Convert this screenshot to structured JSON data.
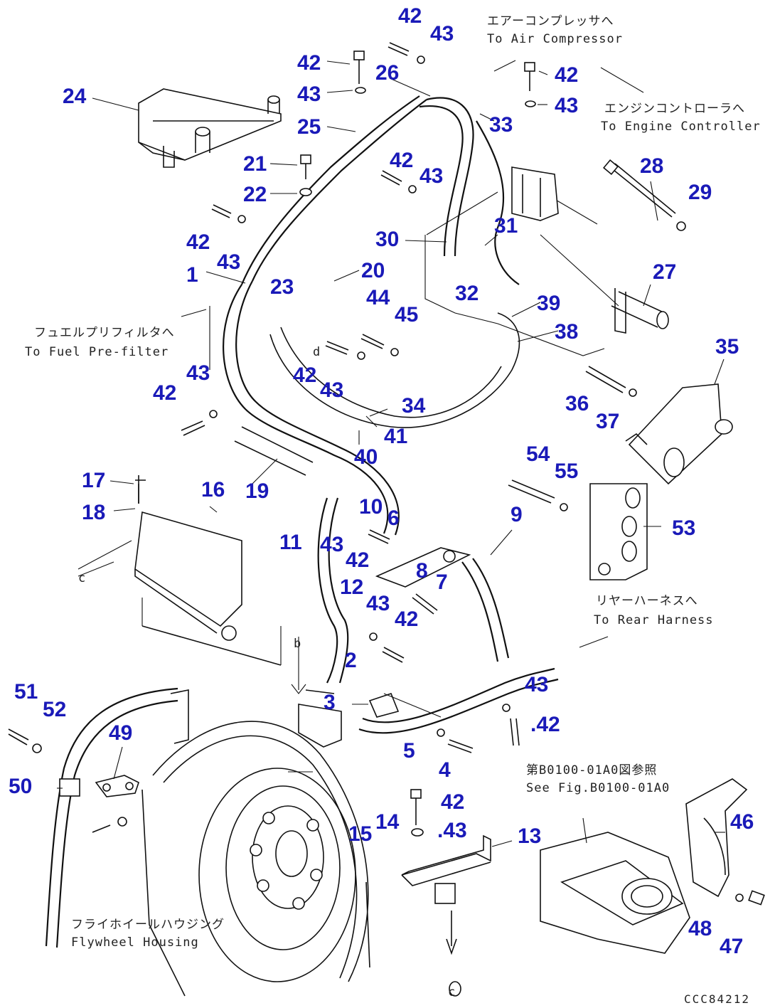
{
  "diagram": {
    "drawing_code": "CCC84212",
    "part_numbers": [
      "42",
      "43",
      "42",
      "43",
      "26",
      "24",
      "25",
      "33",
      "42",
      "43",
      "21",
      "42",
      "43",
      "22",
      "28",
      "29",
      "42",
      "43",
      "30",
      "31",
      "1",
      "23",
      "20",
      "27",
      "32",
      "39",
      "44",
      "45",
      "38",
      "42",
      "43",
      "d",
      "35",
      "42",
      "43",
      "34",
      "36",
      "37",
      "41",
      "40",
      "54",
      "55",
      "17",
      "16",
      "19",
      "10",
      "6",
      "53",
      "18",
      "9",
      "c",
      "11",
      "43",
      "42",
      "8",
      "7",
      "12",
      "43",
      "42",
      "b",
      "2",
      "43",
      "3",
      ".42",
      "51",
      "52",
      "49",
      "50",
      "5",
      "4",
      "42",
      "15",
      "14",
      ".43",
      "13",
      "46",
      "48",
      "47",
      "c"
    ],
    "notes": [
      {
        "id": "air-compressor",
        "jp": "エアーコンプレッサへ",
        "en": "To Air Compressor"
      },
      {
        "id": "engine-controller",
        "jp": "エンジンコントローラへ",
        "en": "To Engine Controller"
      },
      {
        "id": "fuel-prefilter",
        "jp": "フュエルプリフィルタへ",
        "en": "To Fuel Pre-filter"
      },
      {
        "id": "rear-harness",
        "jp": "リヤーハーネスへ",
        "en": "To Rear Harness"
      },
      {
        "id": "see-fig",
        "jp": "第B0100-01A0図参照",
        "en": "See Fig.B0100-01A0"
      },
      {
        "id": "flywheel-housing",
        "jp": "フライホイールハウジング",
        "en": "Flywheel Housing"
      }
    ]
  }
}
